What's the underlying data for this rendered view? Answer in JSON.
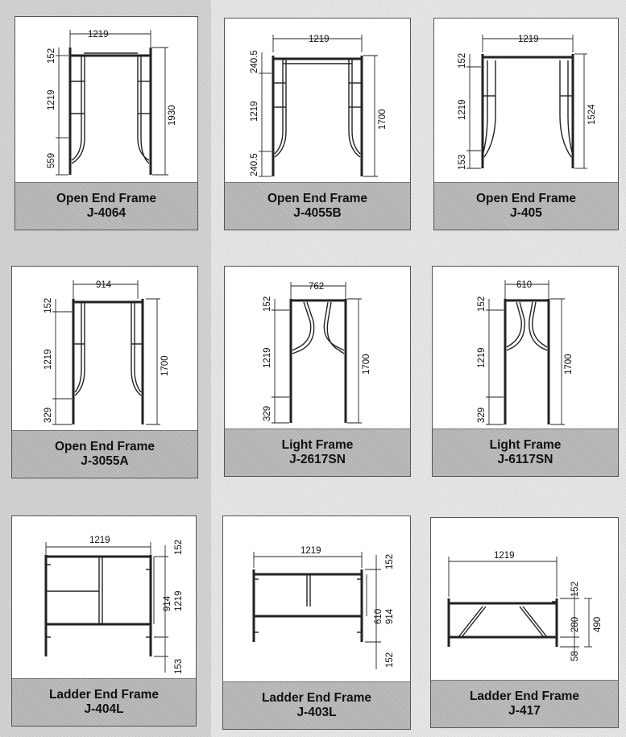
{
  "frames": [
    {
      "name": "Open End Frame",
      "code": "J-4064",
      "dims": [
        "1219",
        "152",
        "1219",
        "559",
        "1930"
      ]
    },
    {
      "name": "Open End Frame",
      "code": "J-4055B",
      "dims": [
        "1219",
        "240.5",
        "1219",
        "240.5",
        "1700"
      ]
    },
    {
      "name": "Open End Frame",
      "code": "J-405",
      "dims": [
        "1219",
        "152",
        "1219",
        "153",
        "1524"
      ]
    },
    {
      "name": "Open End Frame",
      "code": "J-3055A",
      "dims": [
        "914",
        "152",
        "1219",
        "329",
        "1700"
      ]
    },
    {
      "name": "Light Frame",
      "code": "J-2617SN",
      "dims": [
        "762",
        "152",
        "1219",
        "329",
        "1700"
      ]
    },
    {
      "name": "Light Frame",
      "code": "J-6117SN",
      "dims": [
        "610",
        "152",
        "1219",
        "329",
        "1700"
      ]
    },
    {
      "name": "Ladder End Frame",
      "code": "J-404L",
      "dims": [
        "1219",
        "152",
        "914",
        "1219",
        "153"
      ]
    },
    {
      "name": "Ladder End Frame",
      "code": "J-403L",
      "dims": [
        "1219",
        "152",
        "610",
        "914",
        "152"
      ]
    },
    {
      "name": "Ladder End Frame",
      "code": "J-417",
      "dims": [
        "1219",
        "152",
        "280",
        "490",
        "58"
      ]
    }
  ]
}
